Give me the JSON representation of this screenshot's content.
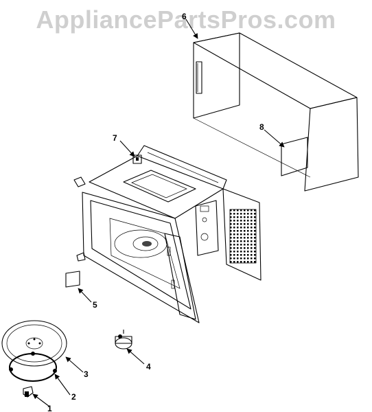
{
  "watermark": "AppliancePartsPros.com",
  "callouts": [
    "1",
    "2",
    "3",
    "4",
    "5",
    "6",
    "7",
    "8"
  ]
}
